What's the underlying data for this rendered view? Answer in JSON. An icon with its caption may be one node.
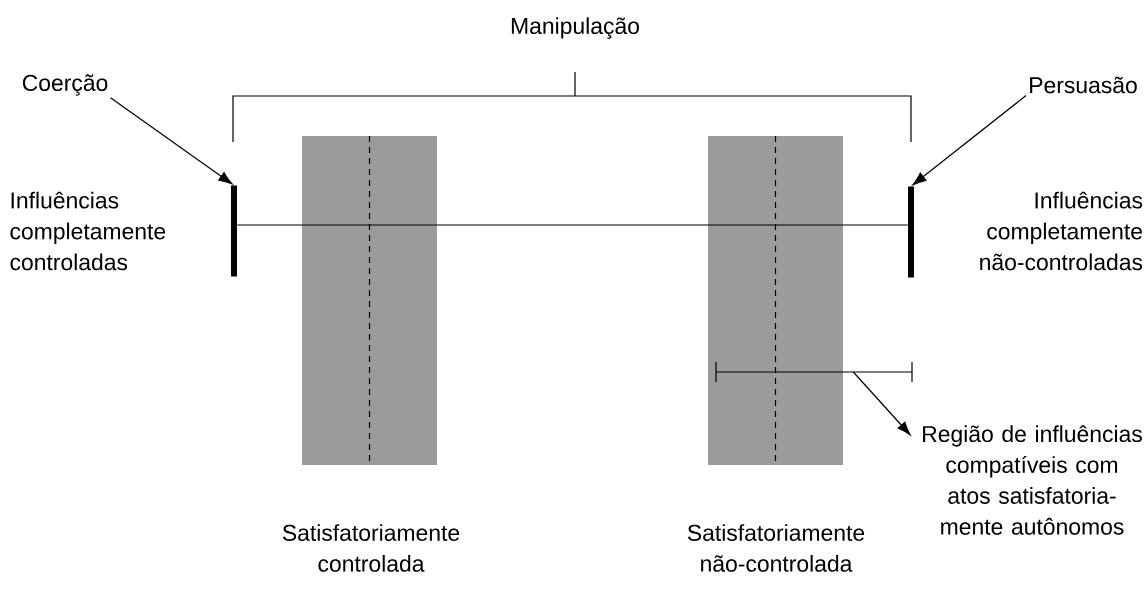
{
  "diagram": {
    "nodes": [
      {
        "text": [
          "Coerção"
        ]
      },
      {
        "text": [
          "Persuasão"
        ]
      },
      {
        "text": [],
        "shape": "bar"
      },
      {
        "text": [],
        "shape": "bar"
      },
      {
        "text": [
          "Região de influências compatíveis com atos satisfatoria- mente autônomos"
        ]
      },
      {
        "text": [],
        "shape": "line"
      }
    ],
    "edges": [
      {
        "from": 0,
        "to": 2,
        "arrow": "to"
      },
      {
        "from": 1,
        "to": 3,
        "arrow": "to"
      },
      {
        "from": 2,
        "to": 3,
        "arrow": "none"
      },
      {
        "from": 5,
        "to": 4,
        "arrow": "to"
      }
    ],
    "labels": [
      "Manipulação",
      "Influências completamente controladas",
      "Influências completamente não-controladas",
      "Satisfatoriamente controlada",
      "Satisfatoriamente não-controlada"
    ]
  }
}
